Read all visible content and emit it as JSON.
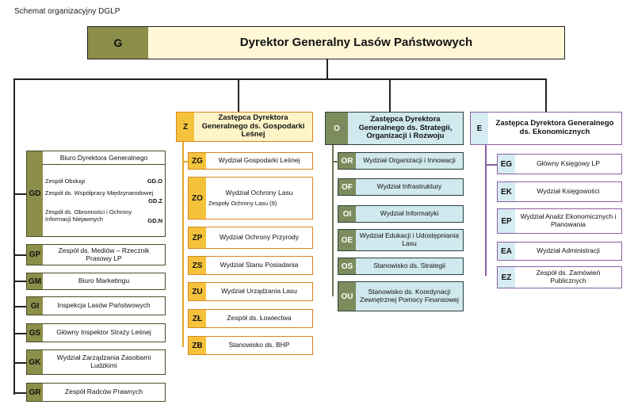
{
  "caption": "Schemat organizacyjny DGLP",
  "top": {
    "code": "G",
    "label": "Dyrektor Generalny Lasów Państwowych"
  },
  "left": {
    "gd": {
      "code": "GD",
      "title": "Biuro Dyrektora Generalnego",
      "rows": [
        {
          "label": "Zespół Obsługi",
          "code": "GD.O"
        },
        {
          "label": "Zespół ds. Współpracy Międzynarodowej",
          "code": "GD.Z"
        },
        {
          "label": "Zespół ds. Obronności i Ochrony Informacji Niejawnych",
          "code": "GD.N"
        }
      ]
    },
    "units": [
      {
        "code": "GP",
        "label": "Zespół ds. Mediów – Rzecznik Prasowy LP"
      },
      {
        "code": "GM",
        "label": "Biuro Marketingu"
      },
      {
        "code": "GI",
        "label": "Inspekcja Lasów Państwowych"
      },
      {
        "code": "GS",
        "label": "Główny Inspektor Straży Leśnej"
      },
      {
        "code": "GK",
        "label": "Wydział Zarządzania Zasobami Ludzkimi"
      },
      {
        "code": "GR",
        "label": "Zespół Radców Prawnych"
      }
    ]
  },
  "z": {
    "code": "Z",
    "label": "Zastępca Dyrektora Generalnego ds. Gospodarki Leśnej",
    "units": [
      {
        "code": "ZG",
        "label": "Wydział Gospodarki Leśnej"
      },
      {
        "code": "ZO",
        "label": "Wydział Ochrony Lasu",
        "sub": "Zespoły Ochrony Lasu (9)"
      },
      {
        "code": "ZP",
        "label": "Wydział Ochrony Przyrody"
      },
      {
        "code": "ZS",
        "label": "Wydział Stanu Posiadania"
      },
      {
        "code": "ZU",
        "label": "Wydział Urządzania Lasu"
      },
      {
        "code": "ZŁ",
        "label": "Zespół ds. Łowiectwa"
      },
      {
        "code": "ZB",
        "label": "Stanowisko ds. BHP"
      }
    ]
  },
  "o": {
    "code": "O",
    "label": "Zastępca Dyrektora Generalnego ds. Strategii, Organizacji i Rozwoju",
    "units": [
      {
        "code": "OR",
        "label": "Wydział Organizacji i Innowacji"
      },
      {
        "code": "OF",
        "label": "Wydział Infrastruktury"
      },
      {
        "code": "OI",
        "label": "Wydział Informatyki"
      },
      {
        "code": "OE",
        "label": "Wydział Edukacji i Udostępniania Lasu"
      },
      {
        "code": "OS",
        "label": "Stanowisko ds. Strategii"
      },
      {
        "code": "OU",
        "label": "Stanowisko ds. Koordynacji Zewnętrznej Pomocy Finansowej"
      }
    ]
  },
  "e": {
    "code": "E",
    "label": "Zastępca Dyrektora Generalnego ds. Ekonomicznych",
    "units": [
      {
        "code": "EG",
        "label": "Główny Księgowy LP"
      },
      {
        "code": "EK",
        "label": "Wydział Księgowości"
      },
      {
        "code": "EP",
        "label": "Wydział Analiz Ekonomicznych i Planowania"
      },
      {
        "code": "EA",
        "label": "Wydział Administracji"
      },
      {
        "code": "EZ",
        "label": "Zespół ds. Zamówień Publicznych"
      }
    ]
  }
}
